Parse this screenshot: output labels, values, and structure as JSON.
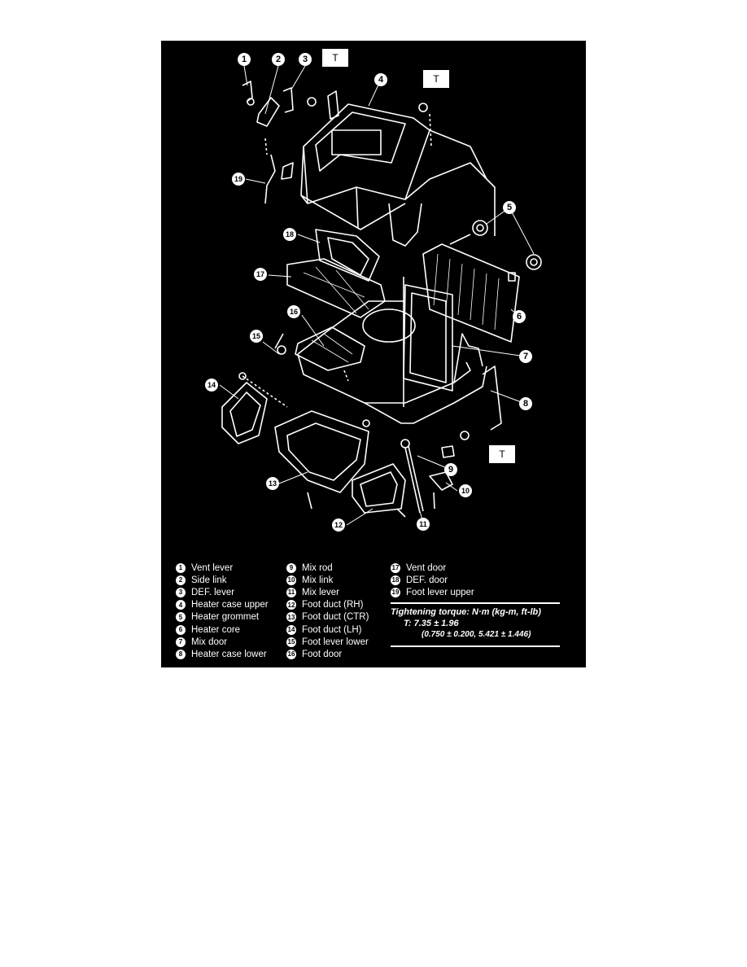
{
  "t_marker": "T",
  "callouts": [
    "1",
    "2",
    "3",
    "4",
    "5",
    "6",
    "7",
    "8",
    "9",
    "10",
    "11",
    "12",
    "13",
    "14",
    "15",
    "16",
    "17",
    "18",
    "19"
  ],
  "legend": [
    {
      "num": "1",
      "label": "Vent lever"
    },
    {
      "num": "2",
      "label": "Side link"
    },
    {
      "num": "3",
      "label": "DEF. lever"
    },
    {
      "num": "4",
      "label": "Heater case upper"
    },
    {
      "num": "5",
      "label": "Heater grommet"
    },
    {
      "num": "6",
      "label": "Heater core"
    },
    {
      "num": "7",
      "label": "Mix door"
    },
    {
      "num": "8",
      "label": "Heater case lower"
    },
    {
      "num": "9",
      "label": "Mix rod"
    },
    {
      "num": "10",
      "label": "Mix link"
    },
    {
      "num": "11",
      "label": "Mix lever"
    },
    {
      "num": "12",
      "label": "Foot duct (RH)"
    },
    {
      "num": "13",
      "label": "Foot duct (CTR)"
    },
    {
      "num": "14",
      "label": "Foot duct (LH)"
    },
    {
      "num": "15",
      "label": "Foot lever lower"
    },
    {
      "num": "16",
      "label": "Foot door"
    },
    {
      "num": "17",
      "label": "Vent door"
    },
    {
      "num": "18",
      "label": "DEF. door"
    },
    {
      "num": "19",
      "label": "Foot lever upper"
    }
  ],
  "torque": {
    "title": "Tightening torque: N·m (kg-m, ft-lb)",
    "value": "T: 7.35 ± 1.96",
    "conversion": "(0.750 ± 0.200, 5.421 ± 1.446)"
  },
  "colors": {
    "background": "#000000",
    "line": "#ffffff",
    "page": "#ffffff"
  }
}
